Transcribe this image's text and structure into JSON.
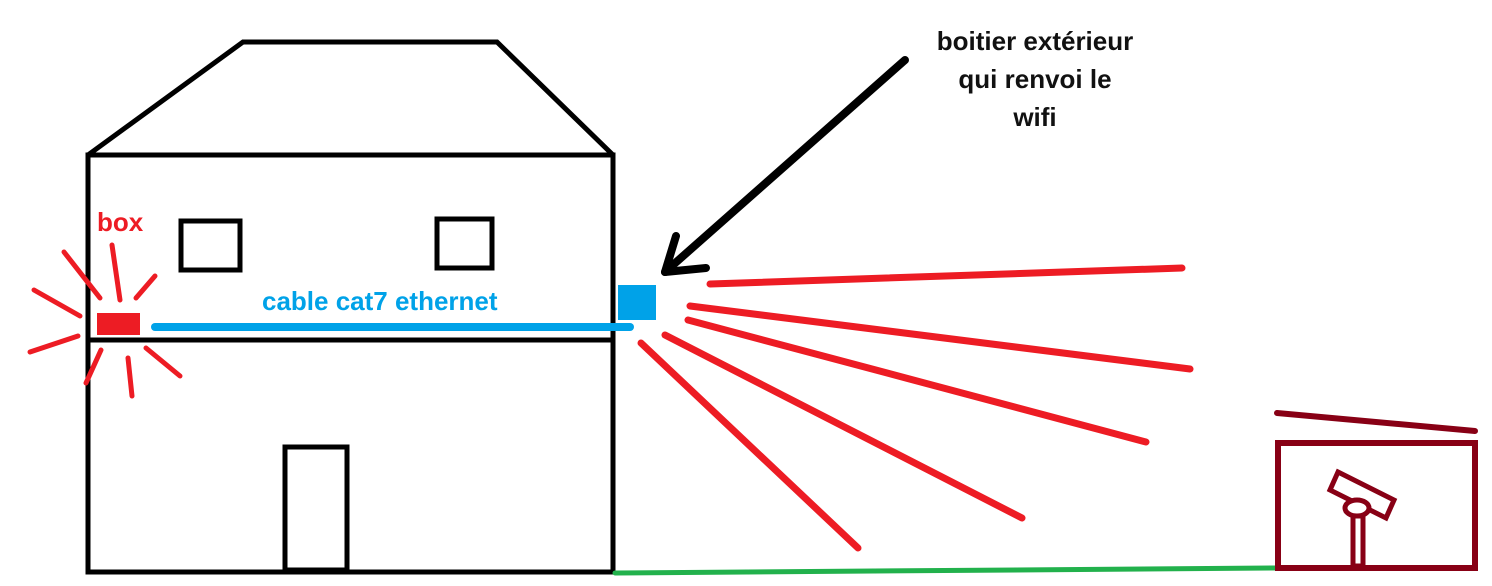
{
  "labels": {
    "box": "box",
    "cable": "cable cat7 ethernet",
    "outdoor_unit_line1": "boitier extérieur",
    "outdoor_unit_line2": "qui renvoi le",
    "outdoor_unit_line3": "wifi"
  },
  "colors": {
    "house": "#000000",
    "box": "#ed1c24",
    "cable": "#00a2e8",
    "wifi_rays": "#ed1c24",
    "ground": "#22b14c",
    "shed": "#880015"
  }
}
